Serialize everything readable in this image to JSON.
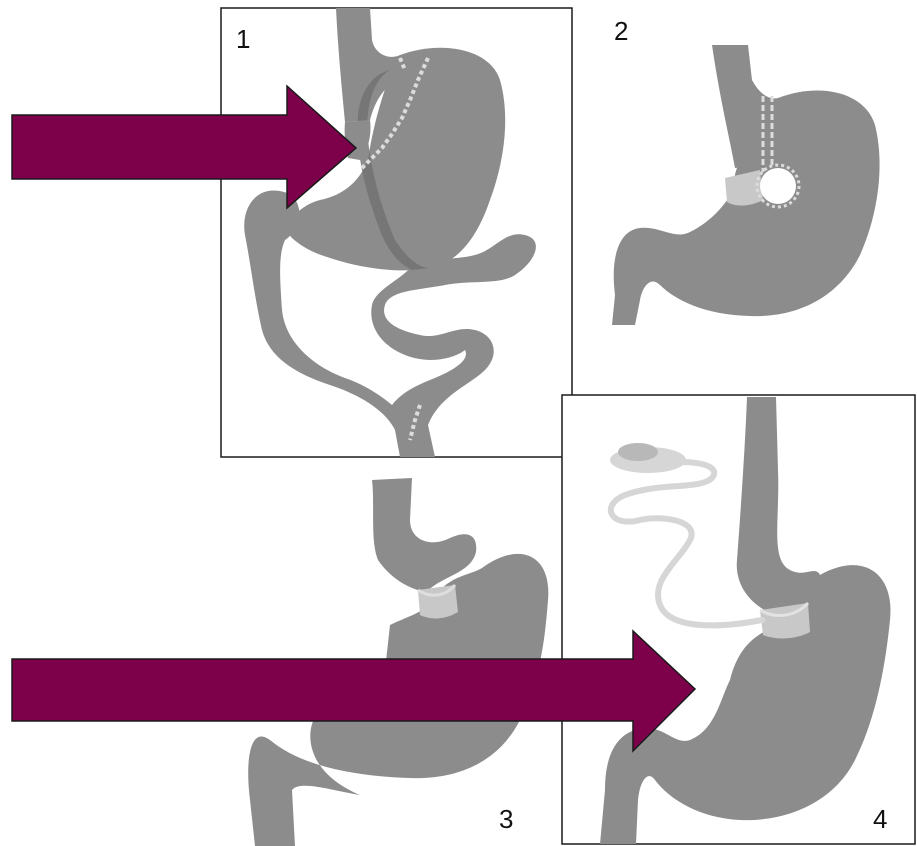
{
  "panels": [
    {
      "number": "1",
      "procedure": "gastric-bypass"
    },
    {
      "number": "2",
      "procedure": "vertical-banded-gastroplasty"
    },
    {
      "number": "3",
      "procedure": "gastric-band"
    },
    {
      "number": "4",
      "procedure": "adjustable-gastric-band-with-port"
    }
  ],
  "colors": {
    "organ": "#8c8c8c",
    "organ_dark": "#707070",
    "band": "#c8c8c8",
    "staple": "#dcdcdc",
    "tube": "#d6d6d6",
    "arrow": "#7d004b",
    "frame": "#1a1a1a",
    "background": "#ffffff"
  },
  "arrows": [
    {
      "name": "arrow-upper",
      "points_to_panel": "1"
    },
    {
      "name": "arrow-lower",
      "points_to_panel": "4"
    }
  ]
}
